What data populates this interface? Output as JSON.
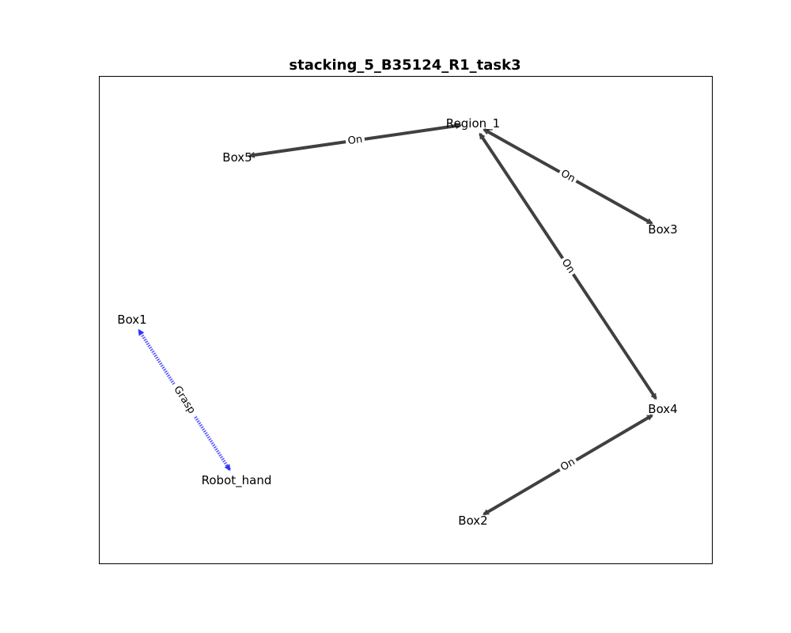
{
  "title": "stacking_5_B35124_R1_task3",
  "colors": {
    "on_edge": "#404040",
    "grasp_edge": "#3333ff",
    "label_bg": "#ffffff",
    "frame": "#000000"
  },
  "nodes": [
    {
      "id": "Region_1",
      "label": "Region_1"
    },
    {
      "id": "Box5",
      "label": "Box5"
    },
    {
      "id": "Box3",
      "label": "Box3"
    },
    {
      "id": "Box1",
      "label": "Box1"
    },
    {
      "id": "Box4",
      "label": "Box4"
    },
    {
      "id": "Robot_hand",
      "label": "Robot_hand"
    },
    {
      "id": "Box2",
      "label": "Box2"
    }
  ],
  "edges": [
    {
      "id": "e-box5-region1",
      "from": "Box5",
      "to": "Region_1",
      "label": "On",
      "style": "solid"
    },
    {
      "id": "e-box3-region1",
      "from": "Box3",
      "to": "Region_1",
      "label": "On",
      "style": "solid"
    },
    {
      "id": "e-box4-region1",
      "from": "Box4",
      "to": "Region_1",
      "label": "On",
      "style": "solid"
    },
    {
      "id": "e-box2-box4",
      "from": "Box2",
      "to": "Box4",
      "label": "On",
      "style": "solid"
    },
    {
      "id": "e-hand-box1",
      "from": "Robot_hand",
      "to": "Box1",
      "label": "Grasp",
      "style": "dotted"
    }
  ]
}
